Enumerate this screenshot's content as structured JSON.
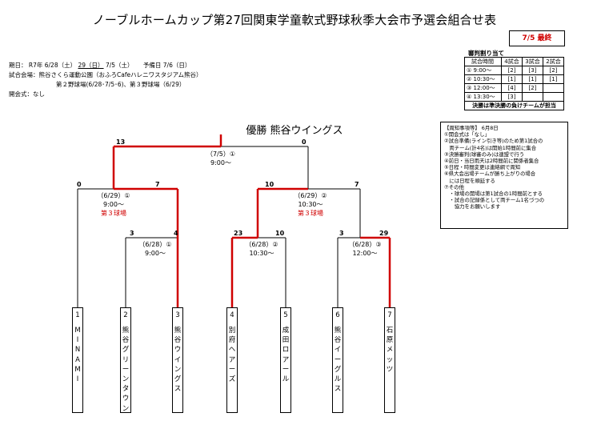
{
  "title": "ノーブルホームカップ第27回関東学童軟式野球秋季大会市予選会組合せ表",
  "badge": "7/5 最終",
  "info": {
    "dates_label": "期日：",
    "dates_pre": "R7年 6/28（土）",
    "dates_mid": "29（日）",
    "dates_post": "7/5（土）",
    "spare": "予備日 7/6（日）",
    "venue_line1": "試合会場：熊谷さくら運動公園（おふろCafeハレニワスタジアム熊谷）",
    "venue_line2": "第２野球場(6/28･7/5･6)、第３野球場（6/29）",
    "opening": "開会式：なし"
  },
  "referee": {
    "caption": "審判割り当て",
    "headers": [
      "試合時間",
      "4試合",
      "3試合",
      "2試合"
    ],
    "rows": [
      {
        "label": "① 9:00～",
        "cells": [
          "[2]",
          "[3]",
          "[2]"
        ]
      },
      {
        "label": "② 10:30～",
        "cells": [
          "[1]",
          "[1]",
          "[1]"
        ]
      },
      {
        "label": "③ 12:00～",
        "cells": [
          "[4]",
          "[2]",
          ""
        ]
      },
      {
        "label": "④ 13:30～",
        "cells": [
          "[3]",
          "",
          ""
        ]
      }
    ],
    "note": "決勝は準決勝の負けチームが担当"
  },
  "notice": [
    "【周知事項等】 6月8日",
    "①開会式は「なし」",
    "②試合準備(ライン引き等)のため第1試合の",
    "　両チーム(計4名)は開始1時間前に集合",
    "③決勝審判(球審のみ)は連盟で行う",
    "④前日・当日雨天は2時間前に関係者集合",
    "⑤日程・時間変更は連絡網で周知",
    "⑥県大会出場チームが勝ち上がりの場合",
    "　には日程を順延する",
    "⑦その他",
    "　・球場の開場は第1試合の1時間前とする",
    "　・試合の記録係として両チーム1名づつの",
    "　　協力をお願いします"
  ],
  "winner": "優勝 熊谷ウイングス",
  "scores": {
    "final_left": "13",
    "final_right": "0",
    "sf1_left": "0",
    "sf1_right": "7",
    "sf2_left": "10",
    "sf2_right": "7",
    "q1_left": "3",
    "q1_right": "4",
    "q2_left": "23",
    "q2_right": "10",
    "q3_left": "3",
    "q3_right": "29"
  },
  "matches": {
    "final": {
      "date": "（7/5）①",
      "time": "9:00～"
    },
    "sf1": {
      "date": "（6/29）①",
      "time": "9:00～",
      "venue": "第３球場"
    },
    "sf2": {
      "date": "（6/29）②",
      "time": "10:30～",
      "venue": "第３球場"
    },
    "q1": {
      "date": "（6/28）①",
      "time": "9:00～"
    },
    "q2": {
      "date": "（6/28）②",
      "time": "10:30～"
    },
    "q3": {
      "date": "（6/28）③",
      "time": "12:00～"
    }
  },
  "teams": [
    {
      "num": "1",
      "name": "MINAMI"
    },
    {
      "num": "2",
      "name": "熊谷グリーンタウン"
    },
    {
      "num": "3",
      "name": "熊谷ウイングス"
    },
    {
      "num": "4",
      "name": "別府ヘアーズ"
    },
    {
      "num": "5",
      "name": "成田ロアール"
    },
    {
      "num": "6",
      "name": "熊谷イーグルス"
    },
    {
      "num": "7",
      "name": "石原メッツ"
    }
  ],
  "colors": {
    "winner_line": "#d00000",
    "venue_text": "#d00000",
    "badge_text": "#d00000"
  }
}
